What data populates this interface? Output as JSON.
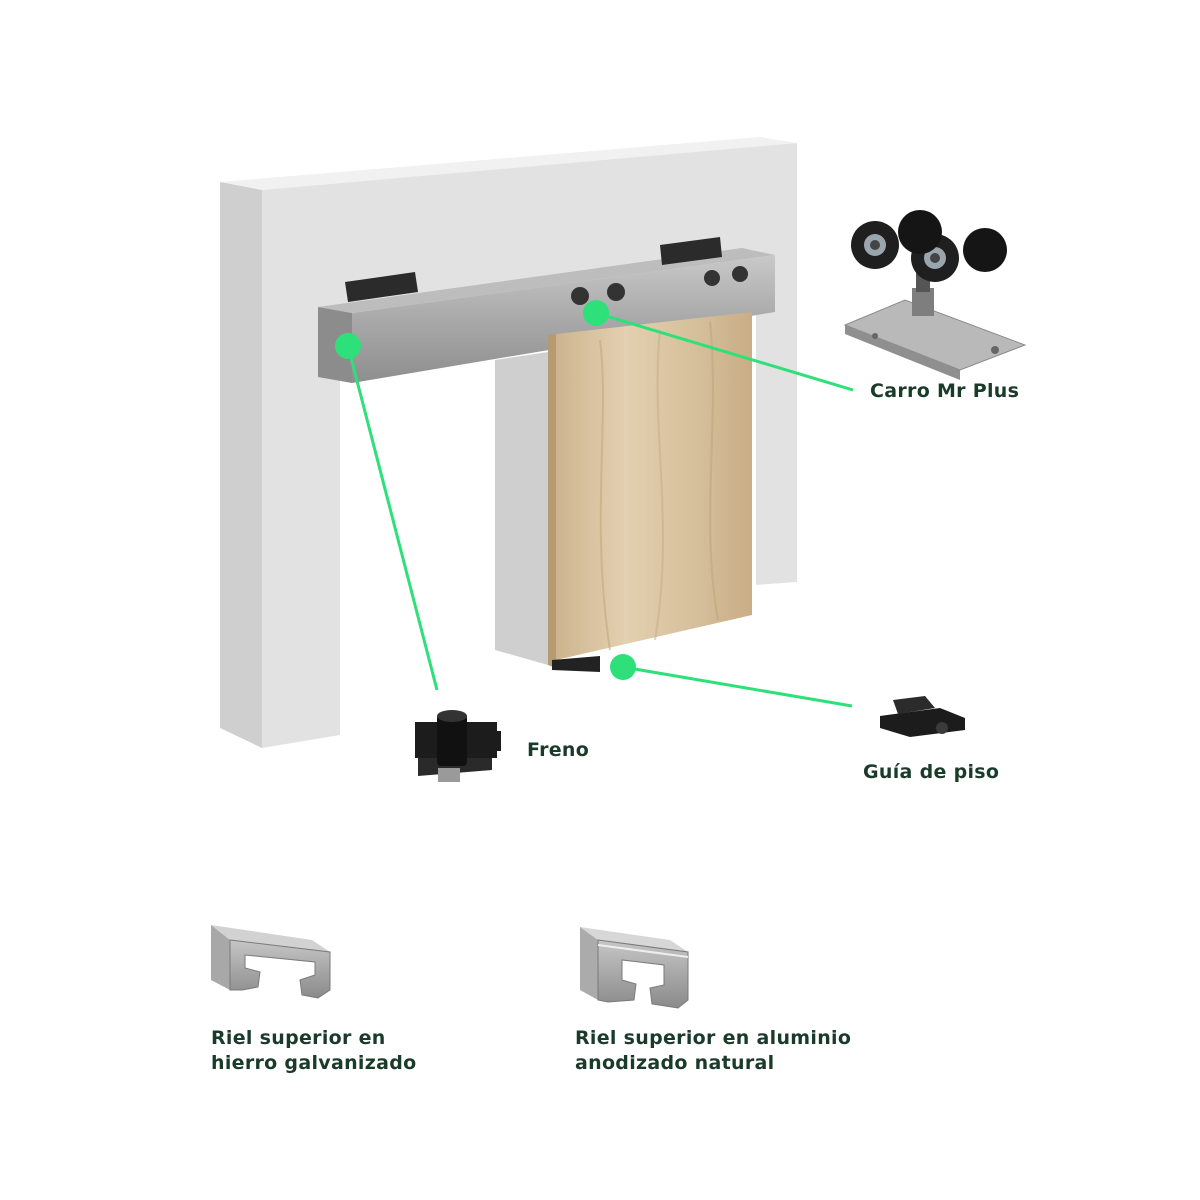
{
  "callouts": {
    "carro": "Carro Mr Plus",
    "freno": "Freno",
    "guia_piso": "Guía de piso"
  },
  "rails": [
    {
      "line1": "Riel superior en",
      "line2": "hierro galvanizado"
    },
    {
      "line1": "Riel superior en aluminio",
      "line2": "anodizado natural"
    }
  ],
  "colors": {
    "accent": "#2ee07a",
    "label_text": "#1b3b2a",
    "wall": "#e4e4e4",
    "door_wood": "#d9c4a2"
  },
  "icons": [
    "trolley-icon",
    "brake-icon",
    "floor-guide-icon",
    "steel-rail-icon",
    "aluminum-rail-icon"
  ]
}
